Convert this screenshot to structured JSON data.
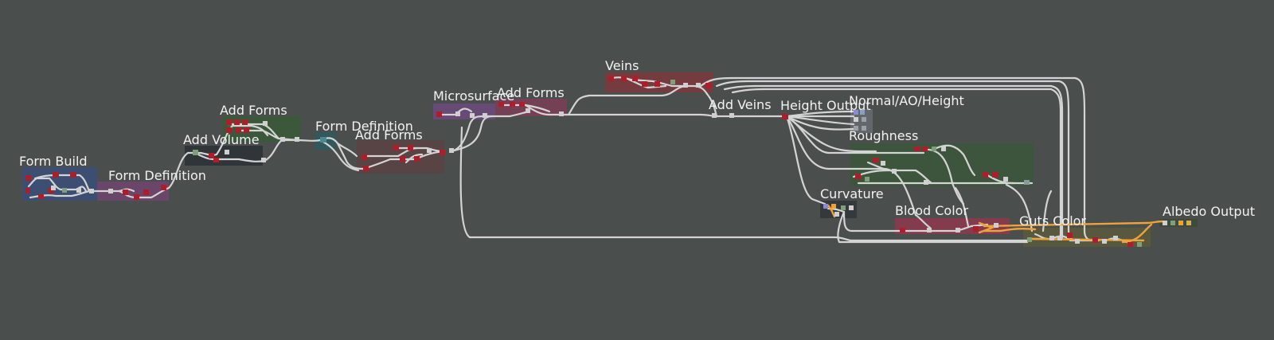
{
  "frames": [
    {
      "id": "form-build",
      "label": "Form Build",
      "color": "#3c4f78"
    },
    {
      "id": "form-definition-1",
      "label": "Form Definition",
      "color": "#6d466e"
    },
    {
      "id": "add-volume",
      "label": "Add Volume",
      "color": "#2e3338"
    },
    {
      "id": "add-forms-1",
      "label": "Add Forms",
      "color": "#3a5a3a"
    },
    {
      "id": "form-definition-2",
      "label": "Form Definition",
      "color": "#2f5a5f"
    },
    {
      "id": "add-forms-2",
      "label": "Add Forms",
      "color": "#5a4444"
    },
    {
      "id": "microsurface",
      "label": "Microsurface",
      "color": "#6a4a7a"
    },
    {
      "id": "add-forms-3",
      "label": "Add Forms",
      "color": "#7a3f55"
    },
    {
      "id": "veins",
      "label": "Veins",
      "color": "#7a3a3e"
    },
    {
      "id": "add-veins",
      "label": "Add Veins",
      "color": "#3f4548"
    },
    {
      "id": "height-output",
      "label": "Height Output",
      "color": "#3f4548"
    },
    {
      "id": "normal-ao-height",
      "label": "Normal/AO/Height",
      "color": "#666a70"
    },
    {
      "id": "roughness",
      "label": "Roughness",
      "color": "#3b573b"
    },
    {
      "id": "curvature",
      "label": "Curvature",
      "color": "#33373b"
    },
    {
      "id": "blood-color",
      "label": "Blood Color",
      "color": "#8a3a4e"
    },
    {
      "id": "guts-color",
      "label": "Guts Color",
      "color": "#5a5a3c"
    },
    {
      "id": "albedo-output",
      "label": "Albedo Output",
      "color": "#3f4a3a"
    }
  ],
  "colors": {
    "background": "#4a4e4d",
    "wire": "#d4d4d4",
    "wire_highlight": "#f0a23a",
    "node_red": "#a8202c",
    "node_gray": "#cfcfcf",
    "node_green": "#7fa07a",
    "label": "#f2f2f2"
  }
}
